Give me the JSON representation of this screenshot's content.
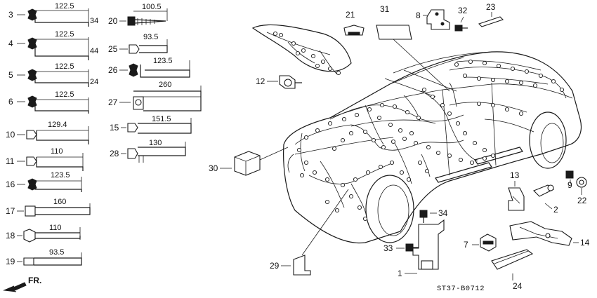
{
  "diagram_code": "ST37-B0712",
  "direction_label": "FR.",
  "left_clips": [
    {
      "part": "3",
      "length": "122.5",
      "extra": "34"
    },
    {
      "part": "4",
      "length": "122.5",
      "extra": "44"
    },
    {
      "part": "5",
      "length": "122.5",
      "extra": "24"
    },
    {
      "part": "6",
      "length": "122.5",
      "extra": ""
    },
    {
      "part": "10",
      "length": "129.4",
      "extra": ""
    },
    {
      "part": "11",
      "length": "110",
      "extra": ""
    },
    {
      "part": "16",
      "length": "123.5",
      "extra": ""
    },
    {
      "part": "17",
      "length": "160",
      "extra": ""
    },
    {
      "part": "18",
      "length": "110",
      "extra": ""
    },
    {
      "part": "19",
      "length": "93.5",
      "extra": ""
    }
  ],
  "mid_clips": [
    {
      "part": "20",
      "length": "100.5"
    },
    {
      "part": "25",
      "length": "93.5"
    },
    {
      "part": "26",
      "length": "123.5"
    },
    {
      "part": "27",
      "length": "260"
    },
    {
      "part": "15",
      "length": "151.5"
    },
    {
      "part": "28",
      "length": "130"
    }
  ],
  "callouts": [
    "21",
    "31",
    "8",
    "32",
    "23",
    "12",
    "30",
    "29",
    "33",
    "34",
    "1",
    "7",
    "24",
    "13",
    "2",
    "9",
    "22",
    "14"
  ]
}
